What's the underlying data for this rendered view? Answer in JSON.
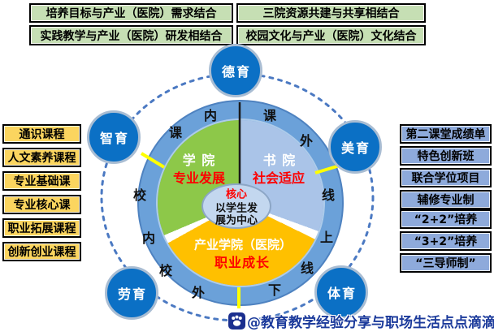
{
  "top_boxes": {
    "items": [
      "培养目标与产业（医院）需求结合",
      "实践教学与产业（医院）研发相结合",
      "三院资源共建与共享相结合",
      "校园文化与产业（医院）文化结合"
    ]
  },
  "course_boxes": [
    "通识课程",
    "人文素养课程",
    "专业基础课",
    "专业核心课",
    "职业拓展课程",
    "创新创业课程"
  ],
  "program_boxes": [
    "第二课堂成绩单",
    "特色创新班",
    "联合学位项目",
    "辅修专业制",
    "“2+2”培养",
    "“3+2”培养",
    "“三导师制”"
  ],
  "education_nodes": [
    "德育",
    "智育",
    "美育",
    "劳育",
    "体育"
  ],
  "wheel": {
    "ring_chars": [
      "内",
      "课",
      "课",
      "外",
      "校",
      "线",
      "内",
      "上",
      "校",
      "线",
      "外",
      "下"
    ],
    "ring_phrases": [
      "课内",
      "课外",
      "线上",
      "线下",
      "校外",
      "校内"
    ],
    "sectors": [
      {
        "name": "学 院",
        "subtitle": "专业发展"
      },
      {
        "name": "书 院",
        "subtitle": "社会适应"
      },
      {
        "name": "产业学院（医院）",
        "subtitle": "职业成长"
      }
    ],
    "center": {
      "label": "核心",
      "line1": "以学生发",
      "line2": "展为中心"
    }
  },
  "watermark": {
    "handle": "@教育教学经验分享与职场生活点点滴滴",
    "logo": "paw-logo"
  },
  "colors": {
    "green_box": "#c6dfb4",
    "yellow_box": "#fbd55f",
    "blue_box": "#8eaadb",
    "ring_blue": "#6ba1d9",
    "sector_green": "#8dc849",
    "sector_blue": "#aac4e8",
    "sector_orange": "#ffc000",
    "hub_blue": "#c3d7ef",
    "node_blue": "#0b70c5",
    "accent_red": "#fe0000",
    "divider_yellow": "#ffff00",
    "watermark_blue": "#1b3a9b"
  }
}
